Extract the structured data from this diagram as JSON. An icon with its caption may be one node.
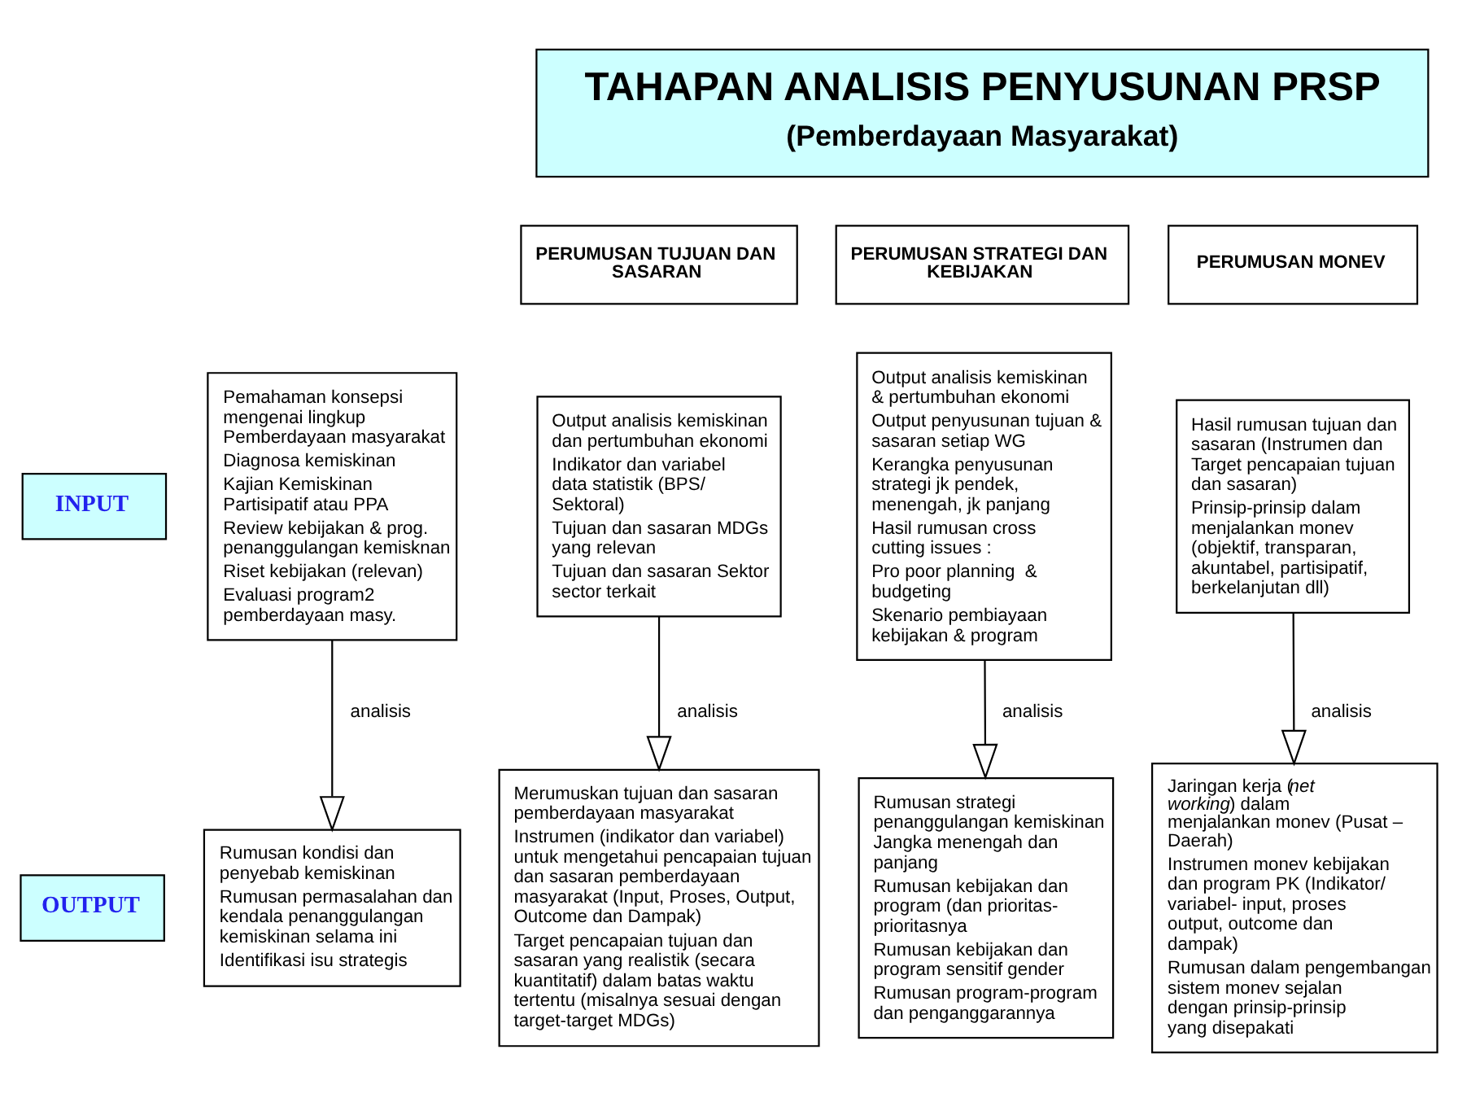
{
  "diagram": {
    "nodes": [
      {
        "text": [
          "TAHAPAN ANALISIS PENYUSUNAN PRSP",
          "(Pemberdayaan Masyarakat)"
        ]
      },
      {
        "text": [
          "PERUMUSAN TUJUAN DAN SASARAN"
        ]
      },
      {
        "text": [
          "PERUMUSAN STRATEGI DAN KEBIJAKAN"
        ]
      },
      {
        "text": [
          "PERUMUSAN MONEV"
        ]
      },
      {
        "text": [
          "INPUT"
        ]
      },
      {
        "text": [
          "Pemahaman konsepsi mengenai lingkup Pemberdayaan masyarakat",
          "Diagnosa kemiskinan",
          "Kajian Kemiskinan Partisipatif atau PPA",
          "Review kebijakan & prog. penanggulangan kemisknan",
          "Riset kebijakan (relevan)",
          "Evaluasi program2 pemberdayaan masy."
        ]
      },
      {
        "text": [
          "Output analisis kemiskinan dan pertumbuhan ekonomi",
          "Indikator dan variabel data statistik (BPS/ Sektoral)",
          "Tujuan dan sasaran MDGs yang relevan",
          "Tujuan dan sasaran Sektor sector terkait"
        ]
      },
      {
        "text": [
          "Output analisis kemiskinan & pertumbuhan ekonomi",
          "Output penyusunan tujuan & sasaran setiap WG",
          "Kerangka penyusunan strategi jk pendek, menengah, jk panjang",
          "Hasil rumusan cross cutting issues :",
          "Pro poor planning  & budgeting",
          "Skenario pembiayaan kebijakan & program"
        ]
      },
      {
        "text": [
          "Hasil rumusan tujuan dan sasaran (Instrumen dan Target pencapaian tujuan dan sasaran)",
          "Prinsip-prinsip dalam menjalankan monev (objektif, transparan, akuntabel, partisipatif, berkelanjutan dll)"
        ]
      },
      {
        "text": [
          "OUTPUT"
        ]
      },
      {
        "text": [
          "Rumusan kondisi dan penyebab kemiskinan",
          "Rumusan permasalahan dan kendala penanggulangan kemiskinan selama ini",
          "Identifikasi isu strategis"
        ]
      },
      {
        "text": [
          "Merumuskan tujuan dan sasaran pemberdayaan masyarakat",
          "Instrumen (indikator dan variabel) untuk mengetahui pencapaian tujuan dan sasaran pemberdayaan masyarakat (Input, Proses, Output, Outcome dan Dampak)",
          "Target pencapaian tujuan dan sasaran yang realistik (secara kuantitatif) dalam batas waktu tertentu (misalnya sesuai dengan target-target MDGs)"
        ]
      },
      {
        "text": [
          "Rumusan strategi penanggulangan kemiskinan Jangka menengah dan panjang",
          "Rumusan kebijakan dan program (dan prioritas-prioritasnya",
          "Rumusan kebijakan dan program sensitif gender",
          "Rumusan program-program dan penganggarannya"
        ]
      },
      {
        "text": [
          "Jaringan kerja (*net working*) dalam menjalankan monev (Pusat – Daerah)",
          "Instrumen monev kebijakan dan program PK (Indikator/ variabel- input, proses output, outcome dan dampak)",
          "Rumusan dalam pengembangan sistem monev sejalan dengan prinsip-prinsip yang disepakati"
        ]
      }
    ],
    "edges": [
      {
        "from": 5,
        "to": 10,
        "arrow": "to",
        "label": "analisis"
      },
      {
        "from": 6,
        "to": 11,
        "arrow": "to",
        "label": "analisis"
      },
      {
        "from": 7,
        "to": 12,
        "arrow": "to",
        "label": "analisis"
      },
      {
        "from": 8,
        "to": 13,
        "arrow": "to",
        "label": "analisis"
      }
    ]
  }
}
